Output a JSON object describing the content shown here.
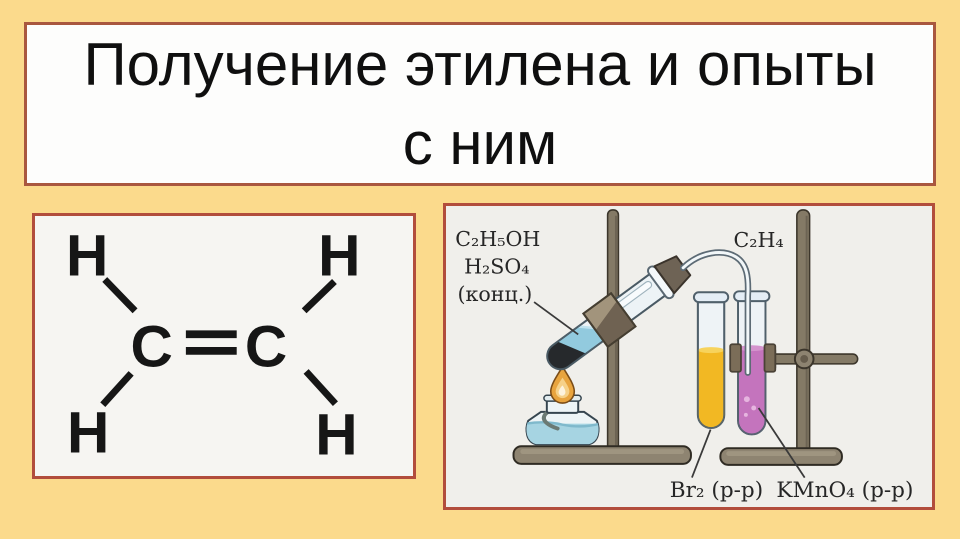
{
  "page": {
    "background_color": "#fbda8c",
    "box_border_color": "#b24d3c"
  },
  "title": {
    "line1": "Получение этилена и опыты",
    "line2": "с ним"
  },
  "formula": {
    "name": "ethylene-structural-formula",
    "h": "H",
    "c": "C"
  },
  "apparatus": {
    "labels": {
      "reagent1": "C₂H₅OH",
      "reagent2": "H₂SO₄",
      "reagent3": "(конц.)",
      "gas": "C₂H₄",
      "bromine": "Br₂ (p-p)",
      "permanganate": "KMnO₄ (p-p)"
    },
    "colors": {
      "bromine_solution": "#f2b823",
      "permanganate_solution": "#c474bd",
      "ethanol_mixture": "#92cade",
      "flame": "#e8a43e",
      "stand": "#847a66"
    }
  }
}
